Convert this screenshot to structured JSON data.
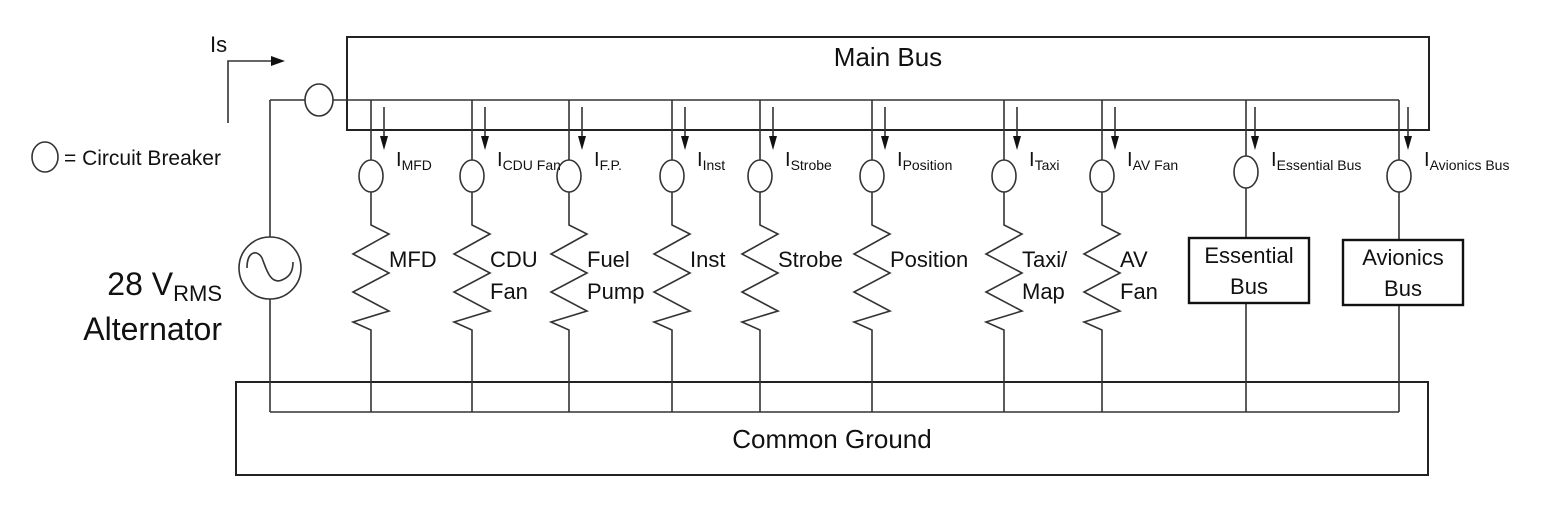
{
  "main_bus": {
    "label": "Main Bus"
  },
  "common_ground": {
    "label": "Common Ground"
  },
  "source_current": {
    "symbol": "I",
    "sub": "s"
  },
  "legend": {
    "text": "= Circuit Breaker",
    "icon": "circuit-breaker-icon"
  },
  "alternator": {
    "voltage": "28 V",
    "voltage_sub": "RMS",
    "label": "Alternator"
  },
  "branches": [
    {
      "current_sub": "MFD",
      "load": [
        "MFD"
      ],
      "type": "resistor"
    },
    {
      "current_sub": "CDU Fan",
      "load": [
        "CDU",
        "Fan"
      ],
      "type": "resistor"
    },
    {
      "current_sub": "F.P.",
      "load": [
        "Fuel",
        "Pump"
      ],
      "type": "resistor"
    },
    {
      "current_sub": "Inst",
      "load": [
        "Inst"
      ],
      "type": "resistor"
    },
    {
      "current_sub": "Strobe",
      "load": [
        "Strobe"
      ],
      "type": "resistor"
    },
    {
      "current_sub": "Position",
      "load": [
        "Position"
      ],
      "type": "resistor"
    },
    {
      "current_sub": "Taxi",
      "load": [
        "Taxi/",
        "Map"
      ],
      "type": "resistor"
    },
    {
      "current_sub": "AV Fan",
      "load": [
        "AV",
        "Fan"
      ],
      "type": "resistor"
    },
    {
      "current_sub": "Essential Bus",
      "load": [
        "Essential",
        "Bus"
      ],
      "type": "bus"
    },
    {
      "current_sub": "Avionics Bus",
      "load": [
        "Avionics",
        "Bus"
      ],
      "type": "bus"
    }
  ]
}
